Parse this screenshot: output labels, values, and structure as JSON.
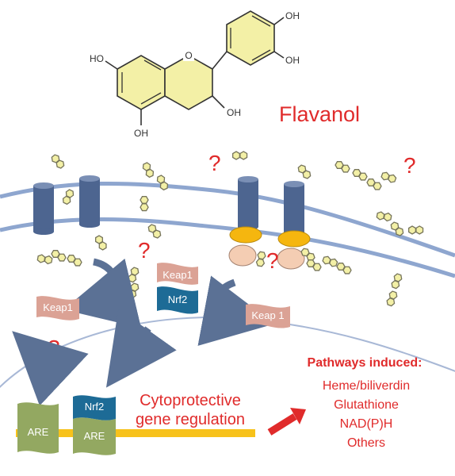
{
  "molecule": {
    "name": "Flavanol",
    "oh_labels": [
      "HO",
      "OH",
      "OH",
      "OH",
      "OH"
    ],
    "ring_oxygen": "O"
  },
  "question_mark": "?",
  "proteins": {
    "keap1_free_left": "Keap1",
    "keap1_complex": "Keap1",
    "nrf2_complex": "Nrf2",
    "keap1_free_right": "Keap 1",
    "nrf2_nuclear": "Nrf2",
    "are_left": "ARE",
    "are_right": "ARE"
  },
  "nucleus": {
    "label_line1": "Cytoprotective",
    "label_line2": "gene regulation"
  },
  "pathways": {
    "title": "Pathways induced:",
    "items": [
      "Heme/biliverdin",
      "Glutathione",
      "NAD(P)H",
      "Others"
    ]
  },
  "colors": {
    "accent_red": "#e02b2b",
    "membrane": "#8ea6cf",
    "channel": "#4d6590",
    "molecule_fill": "#f3f0a6",
    "molecule_stroke": "#76745a",
    "keap1": "#dba295",
    "nrf2": "#1d6b96",
    "are": "#93a861",
    "dna": "#f7c21b",
    "arrow": "#5b7195"
  }
}
